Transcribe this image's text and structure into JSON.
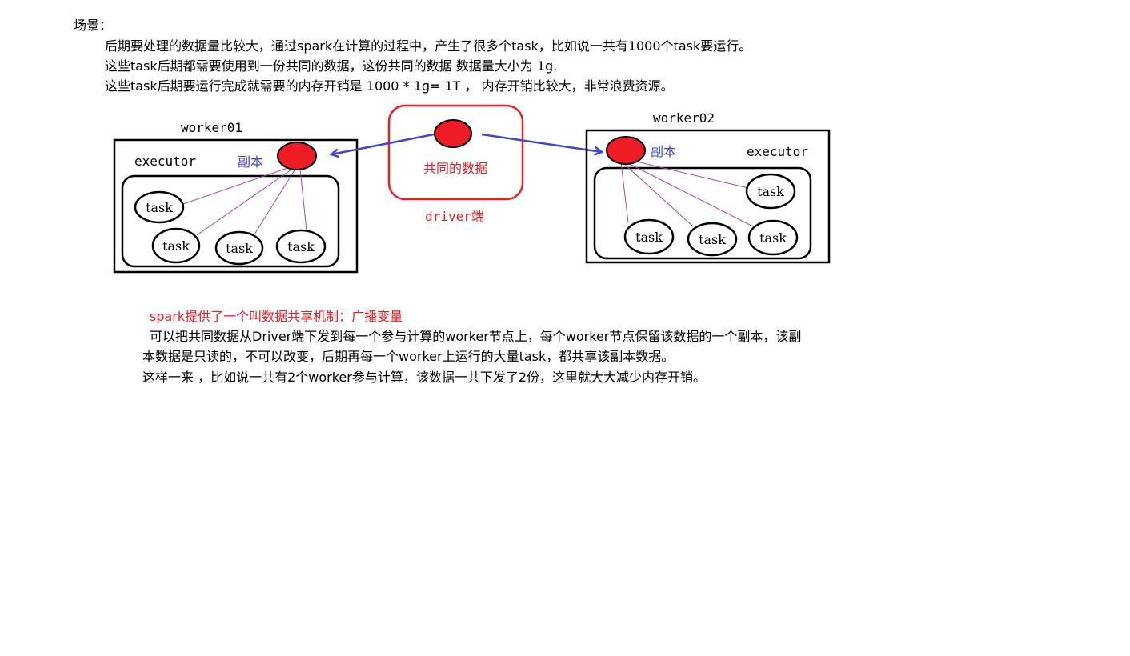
{
  "scene": {
    "heading": "场景：",
    "lines": [
      "后期要处理的数据量比较大，通过spark在计算的过程中，产生了很多个task，比如说一共有1000个task要运行。",
      "这些task后期都需要使用到一份共同的数据，这份共同的数据 数据量大小为 1g.",
      "这些task后期要运行完成就需要的内存开销是 1000 * 1g= 1T ， 内存开销比较大，非常浪费资源。"
    ]
  },
  "diagram": {
    "worker1": {
      "name": "worker01",
      "executor": "executor",
      "replica": "副本",
      "tasks": [
        "task",
        "task",
        "task",
        "task"
      ]
    },
    "worker2": {
      "name": "worker02",
      "executor": "executor",
      "replica": "副本",
      "tasks": [
        "task",
        "task",
        "task",
        "task"
      ]
    },
    "driver": {
      "shared_data": "共同的数据",
      "label": "driver端"
    },
    "colors": {
      "red": "#ee1c24",
      "blue": "#3f48cc",
      "purple": "#a349a4",
      "black": "#000000"
    }
  },
  "broadcast": {
    "title": "spark提供了一个叫数据共享机制：广播变量",
    "lines": [
      "可以把共同数据从Driver端下发到每一个参与计算的worker节点上，每个worker节点保留该数据的一个副本，该副",
      "本数据是只读的，不可以改变，后期再每一个worker上运行的大量task，都共享该副本数据。",
      "这样一来 ，比如说一共有2个worker参与计算，该数据一共下发了2份，这里就大大减少内存开销。"
    ]
  }
}
